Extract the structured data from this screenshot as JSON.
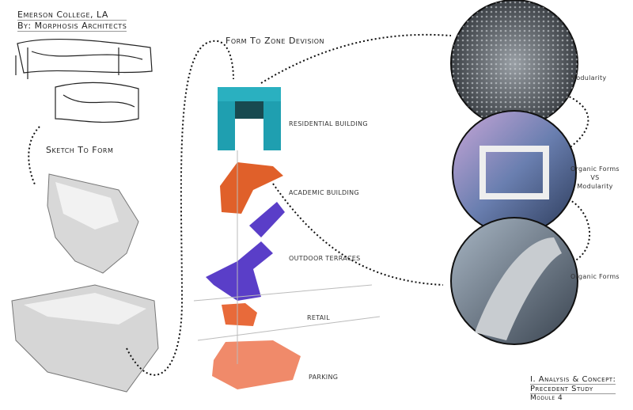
{
  "header": {
    "line1": "Emerson College, LA",
    "line2": "By: Morphosis Architects"
  },
  "steps": {
    "sketch_to_form": "Sketch To Form",
    "form_to_zone": "Form To Zone Devision"
  },
  "zones": [
    {
      "label": "Residential Building",
      "color": "#2ab0c0"
    },
    {
      "label": "Academic Building",
      "color": "#e0602a"
    },
    {
      "label": "Outdoor Terraces",
      "color": "#5a3ec8"
    },
    {
      "label": "Retail",
      "color": "#e86a3a"
    },
    {
      "label": "Parking",
      "color": "#f08a6a"
    }
  ],
  "photos": [
    {
      "caption": "Modularity"
    },
    {
      "caption_lines": [
        "Organic Forms",
        "VS",
        "Modularity"
      ]
    },
    {
      "caption": "Organic Forms"
    }
  ],
  "footer": {
    "line1": "I. Analysis & Concept:",
    "line2": "Precedent Study",
    "line3": "Module 4"
  }
}
